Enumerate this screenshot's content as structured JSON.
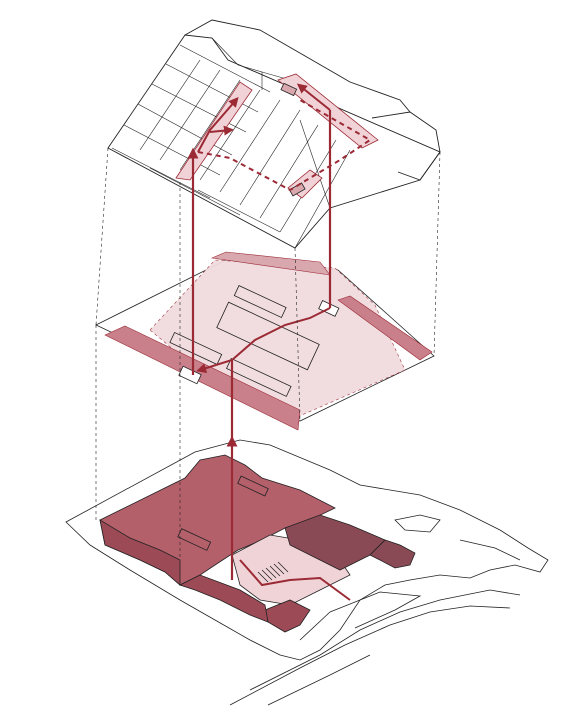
{
  "diagram": {
    "kind": "exploded-axonometric",
    "layers": [
      {
        "id": "roof",
        "label": ""
      },
      {
        "id": "mezzanine",
        "label": ""
      },
      {
        "id": "ground",
        "label": ""
      }
    ],
    "colors": {
      "line": "#222222",
      "accent": "#9b2a35",
      "mass_fill": "#b4606b",
      "mass_dark": "#8a4a55",
      "pale_fill": "#f1dcdf",
      "medium_fill": "#d9a7ae",
      "background": "#ffffff"
    },
    "icons": [
      "arrow-head-icon",
      "circulation-path-icon"
    ]
  }
}
